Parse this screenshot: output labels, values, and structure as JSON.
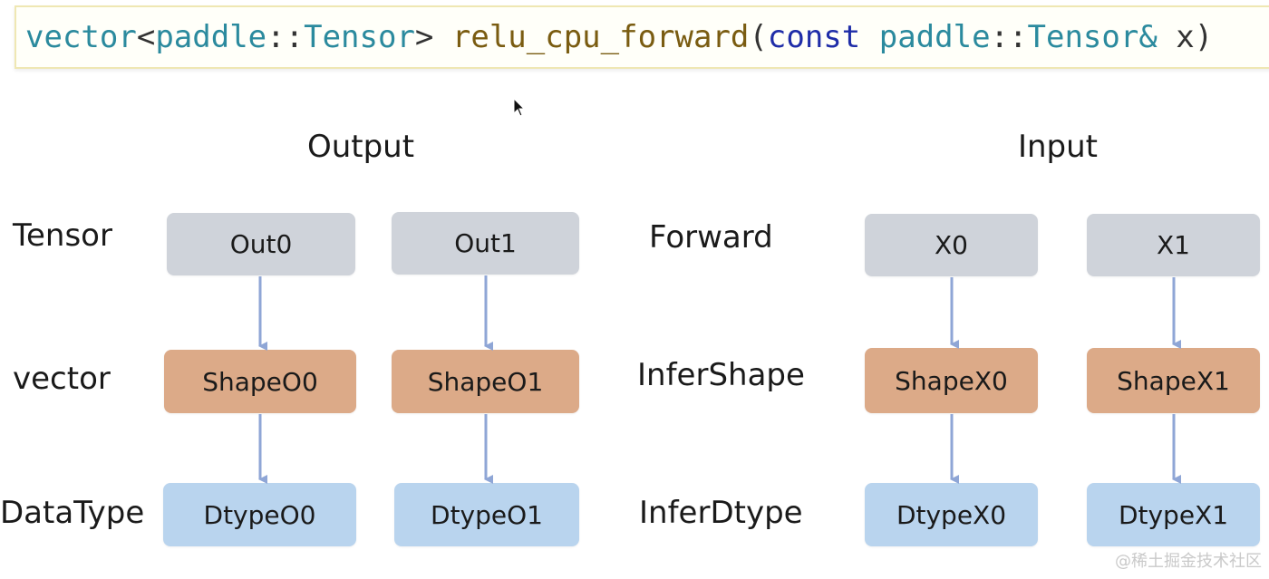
{
  "code": {
    "tokens": [
      {
        "text": "vector",
        "cls": "c-type"
      },
      {
        "text": "<",
        "cls": "c-punc"
      },
      {
        "text": "paddle",
        "cls": "c-type"
      },
      {
        "text": "::",
        "cls": "c-punc"
      },
      {
        "text": "Tensor",
        "cls": "c-type"
      },
      {
        "text": "> ",
        "cls": "c-punc"
      },
      {
        "text": "relu_cpu_forward",
        "cls": "c-fn"
      },
      {
        "text": "(",
        "cls": "c-punc"
      },
      {
        "text": "const",
        "cls": "c-kw"
      },
      {
        "text": " ",
        "cls": "c-punc"
      },
      {
        "text": "paddle",
        "cls": "c-type"
      },
      {
        "text": "::",
        "cls": "c-punc"
      },
      {
        "text": "Tensor",
        "cls": "c-type"
      },
      {
        "text": "&",
        "cls": "c-type"
      },
      {
        "text": " x)",
        "cls": "c-punc"
      }
    ]
  },
  "headings": {
    "output": "Output",
    "input": "Input"
  },
  "row_labels": {
    "left": [
      "Tensor",
      "vector",
      "DataType"
    ],
    "right": [
      "Forward",
      "InferShape",
      "InferDtype"
    ]
  },
  "nodes": {
    "out0": [
      "Out0",
      "ShapeO0",
      "DtypeO0"
    ],
    "out1": [
      "Out1",
      "ShapeO1",
      "DtypeO1"
    ],
    "x0": [
      "X0",
      "ShapeX0",
      "DtypeX0"
    ],
    "x1": [
      "X1",
      "ShapeX1",
      "DtypeX1"
    ]
  },
  "colors": {
    "tensor_node": "#cfd3da",
    "shape_node": "#dcaa88",
    "dtype_node": "#b9d4ee",
    "arrow": "#8fa6d6"
  },
  "watermark": "@稀土掘金技术社区"
}
